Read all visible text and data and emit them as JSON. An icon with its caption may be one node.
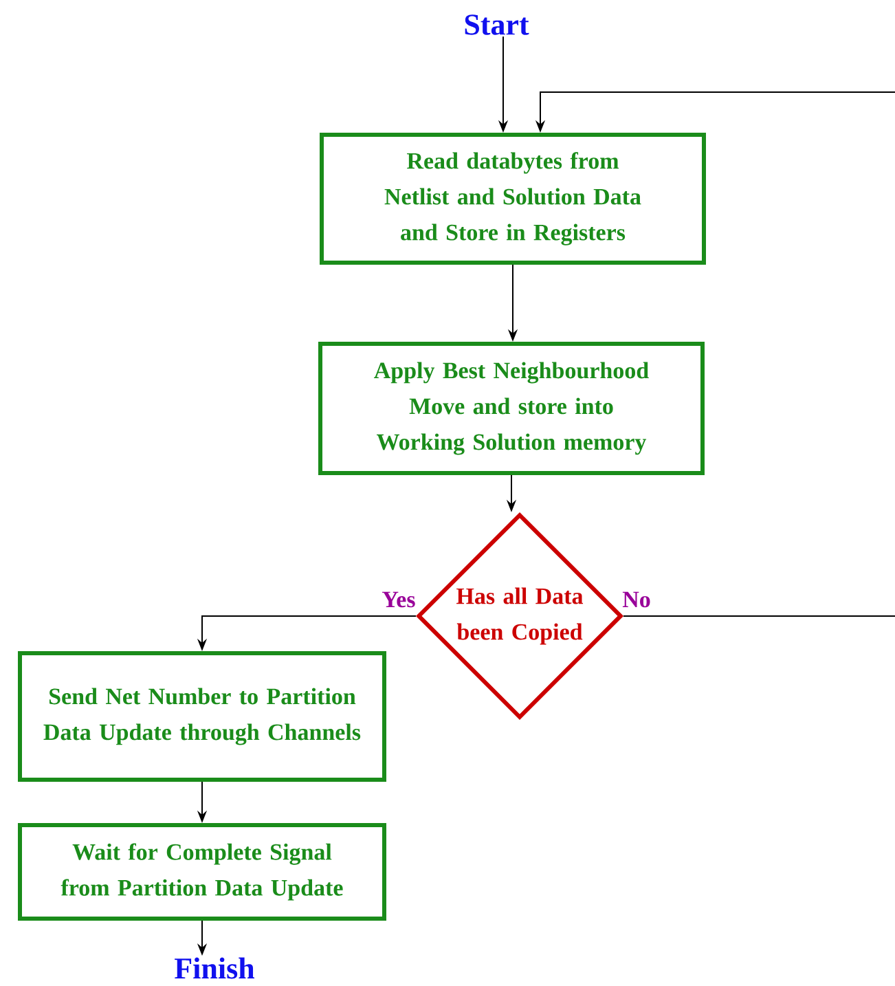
{
  "diagram": {
    "nodes": [
      {
        "text": [
          "Start"
        ]
      },
      {
        "text": [
          "Read databytes from Netlist and Solution Data and Store in Registers"
        ]
      },
      {
        "text": [
          "Apply Best Neighbourhood Move and store into Working Solution memory"
        ]
      },
      {
        "text": [
          "Has all Data been Copied"
        ]
      },
      {
        "text": [
          "Send Net Number to Partition Data Update through Channels"
        ]
      },
      {
        "text": [
          "Wait for Complete Signal from Partition Data Update"
        ]
      },
      {
        "text": [
          "Finish"
        ]
      }
    ],
    "edges": [
      {
        "from": 0,
        "to": 1,
        "arrow": "to"
      },
      {
        "from": null,
        "to": 1,
        "arrow": "to"
      },
      {
        "from": 1,
        "to": 2,
        "arrow": "to"
      },
      {
        "from": 2,
        "to": 3,
        "arrow": "to"
      },
      {
        "from": 3,
        "to": 4,
        "arrow": "to",
        "label": "Yes"
      },
      {
        "from": 3,
        "to": null,
        "arrow": "none",
        "label": "No"
      },
      {
        "from": 4,
        "to": 5,
        "arrow": "to"
      },
      {
        "from": 5,
        "to": 6,
        "arrow": "to"
      }
    ]
  }
}
